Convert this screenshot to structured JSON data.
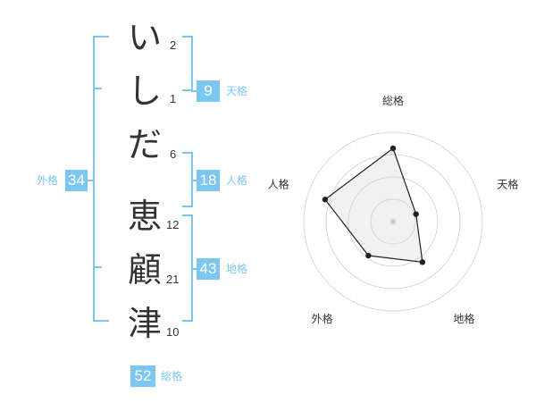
{
  "name_chars": [
    {
      "char": "い",
      "strokes": "2"
    },
    {
      "char": "し",
      "strokes": "1"
    },
    {
      "char": "だ",
      "strokes": "6"
    },
    {
      "char": "恵",
      "strokes": "12"
    },
    {
      "char": "顧",
      "strokes": "21"
    },
    {
      "char": "津",
      "strokes": "10"
    }
  ],
  "kaku": {
    "tenkaku": {
      "value": "9",
      "label": "天格"
    },
    "jinkaku": {
      "value": "18",
      "label": "人格"
    },
    "chikaku": {
      "value": "43",
      "label": "地格"
    },
    "gaikaku": {
      "value": "34",
      "label": "外格"
    },
    "soukaku": {
      "value": "52",
      "label": "総格"
    }
  },
  "colors": {
    "accent": "#7cc7f0",
    "text": "#333333"
  },
  "chart_data": {
    "type": "radar",
    "axes": [
      "総格",
      "天格",
      "地格",
      "外格",
      "人格"
    ],
    "values": [
      0.82,
      0.27,
      0.56,
      0.47,
      0.8
    ],
    "max": 1.0,
    "rings": 4
  }
}
